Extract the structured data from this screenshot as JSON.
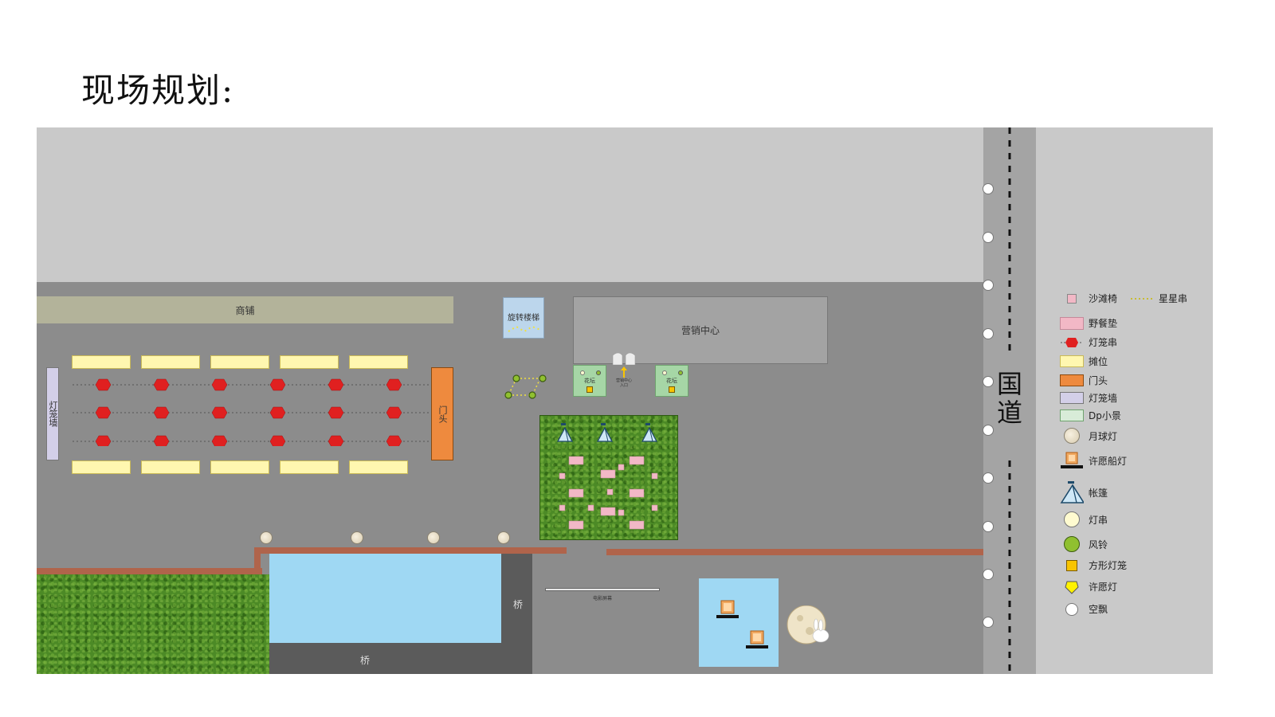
{
  "title": "现场规划:",
  "map": {
    "shop_label": "商铺",
    "stair_label": "旋转楼梯",
    "sales_center_label": "营销中心",
    "entrance_label": "营销中心\n入口",
    "flowerbed_left_label": "花坛",
    "flowerbed_right_label": "花坛",
    "lantern_wall_label": "灯笼墙",
    "gate_label": "门头",
    "bridge_vertical_label": "桥",
    "bridge_horizontal_label": "桥",
    "screen_label": "电影屏幕",
    "road_label": "国道"
  },
  "legend": [
    {
      "icon": "beach-chair-icon",
      "label": "沙滩椅"
    },
    {
      "icon": "star-string-icon",
      "label": "星星串"
    },
    {
      "icon": "picnic-mat-icon",
      "label": "野餐垫"
    },
    {
      "icon": "lantern-string-icon",
      "label": "灯笼串"
    },
    {
      "icon": "booth-icon",
      "label": "摊位"
    },
    {
      "icon": "gate-icon",
      "label": "门头"
    },
    {
      "icon": "lantern-wall-icon",
      "label": "灯笼墙"
    },
    {
      "icon": "dp-scene-icon",
      "label": "Dp小景"
    },
    {
      "icon": "moon-lamp-icon",
      "label": "月球灯"
    },
    {
      "icon": "wish-boat-lamp-icon",
      "label": "许愿船灯"
    },
    {
      "icon": "tent-icon",
      "label": "帐篷"
    },
    {
      "icon": "light-string-icon",
      "label": "灯串"
    },
    {
      "icon": "wind-chime-icon",
      "label": "风铃"
    },
    {
      "icon": "square-lantern-icon",
      "label": "方形灯笼"
    },
    {
      "icon": "wish-lamp-icon",
      "label": "许愿灯"
    },
    {
      "icon": "balloon-icon",
      "label": "空飘"
    }
  ],
  "colors": {
    "plaza": "#8c8c8c",
    "upper_area": "#c9c9c9",
    "shop": "#b3b39a",
    "stair": "#bcd6ec",
    "sales_center": "#a3a3a3",
    "booth": "#fff7b0",
    "lantern": "#e02020",
    "gate": "#ee8a3e",
    "lantern_wall": "#d3cfe8",
    "dp_scene": "#a6d6a6",
    "water": "#9fd8f3",
    "wall": "#b0644b",
    "picnic_mat": "#f2b8c6",
    "road": "#a4a4a4"
  }
}
